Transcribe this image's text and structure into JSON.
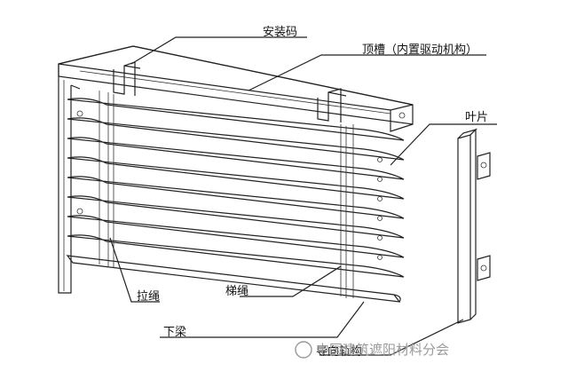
{
  "labels": {
    "mounting_code": "安装码",
    "top_rail": "顶槽（内置驱动机构）",
    "slat": "叶片",
    "lift_cord": "拉绳",
    "ladder_cord": "梯绳",
    "bottom_rail": "下梁",
    "guide_rail": "导向轨构"
  },
  "watermark": "中国建筑遮阳材料分会",
  "colors": {
    "line": "#222222",
    "label": "#111111",
    "watermark": "#9a9a9a"
  }
}
